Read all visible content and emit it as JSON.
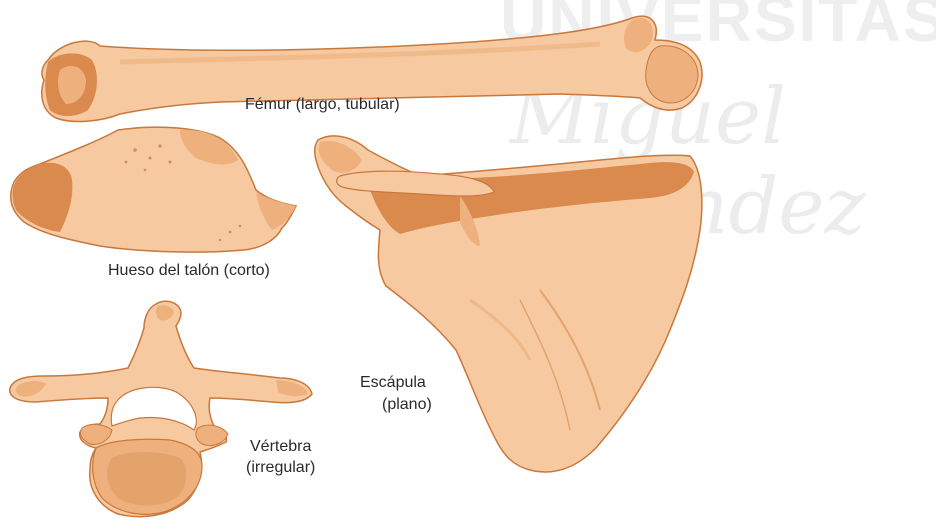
{
  "watermark": {
    "line1": "UNIVERSITAS",
    "line2": "Miguel",
    "line3": "Hernández"
  },
  "labels": {
    "femur": "Fémur (largo, tubular)",
    "heel": "Hueso del talón (corto)",
    "scapula_line1": "Escápula",
    "scapula_line2": "(plano)",
    "vertebra_line1": "Vértebra",
    "vertebra_line2": "(irregular)"
  },
  "colors": {
    "bone_light": "#f6c9a0",
    "bone_mid": "#eeb07c",
    "bone_dark": "#d98a4c",
    "outline": "#c9783c",
    "label_text": "#2a2a2a",
    "watermark": "#ececec"
  }
}
